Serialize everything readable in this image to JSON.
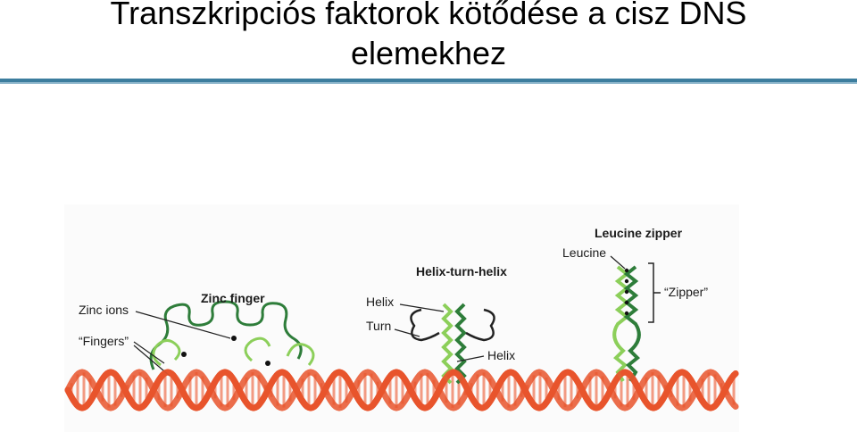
{
  "slide": {
    "title_line1": "Transzkripciós faktorok kötődése  a cisz DNS",
    "title_line2": "elemekhez"
  },
  "colors": {
    "title_rule": "#3c7d9e",
    "dna_strand": "#e8542c",
    "dna_rung": "#f29a82",
    "protein_dark": "#2e7d3a",
    "protein_light": "#8ccf5a"
  },
  "figure": {
    "zinc_finger": {
      "title": "Zinc finger",
      "zinc_ions": "Zinc ions",
      "fingers": "“Fingers”"
    },
    "helix_turn_helix": {
      "title": "Helix-turn-helix",
      "helix_top": "Helix",
      "turn": "Turn",
      "helix_bottom": "Helix"
    },
    "leucine_zipper": {
      "title": "Leucine zipper",
      "leucine": "Leucine",
      "zipper": "“Zipper”"
    }
  }
}
